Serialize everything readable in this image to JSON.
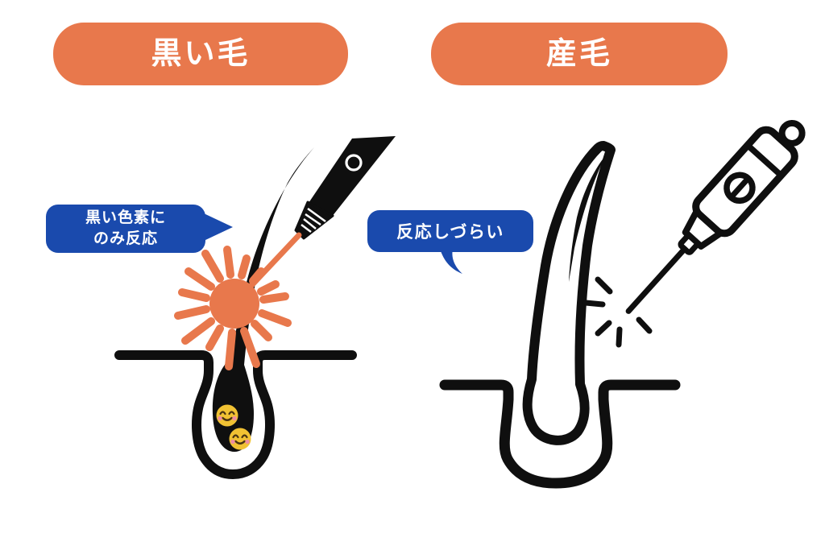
{
  "colors": {
    "accent_orange": "#E8784C",
    "accent_blue": "#1A4AAD",
    "ink_black": "#0F0F0F",
    "smiley_yellow": "#F1C233",
    "smiley_cheek_pink": "#F08DA0",
    "background": "#FFFFFF"
  },
  "panels": {
    "left": {
      "header_label": "黒い毛",
      "bubble": {
        "line1": "黒い色素に",
        "line2": "のみ反応"
      }
    },
    "right": {
      "header_label": "産毛",
      "bubble": {
        "text": "反応しづらい"
      }
    }
  }
}
